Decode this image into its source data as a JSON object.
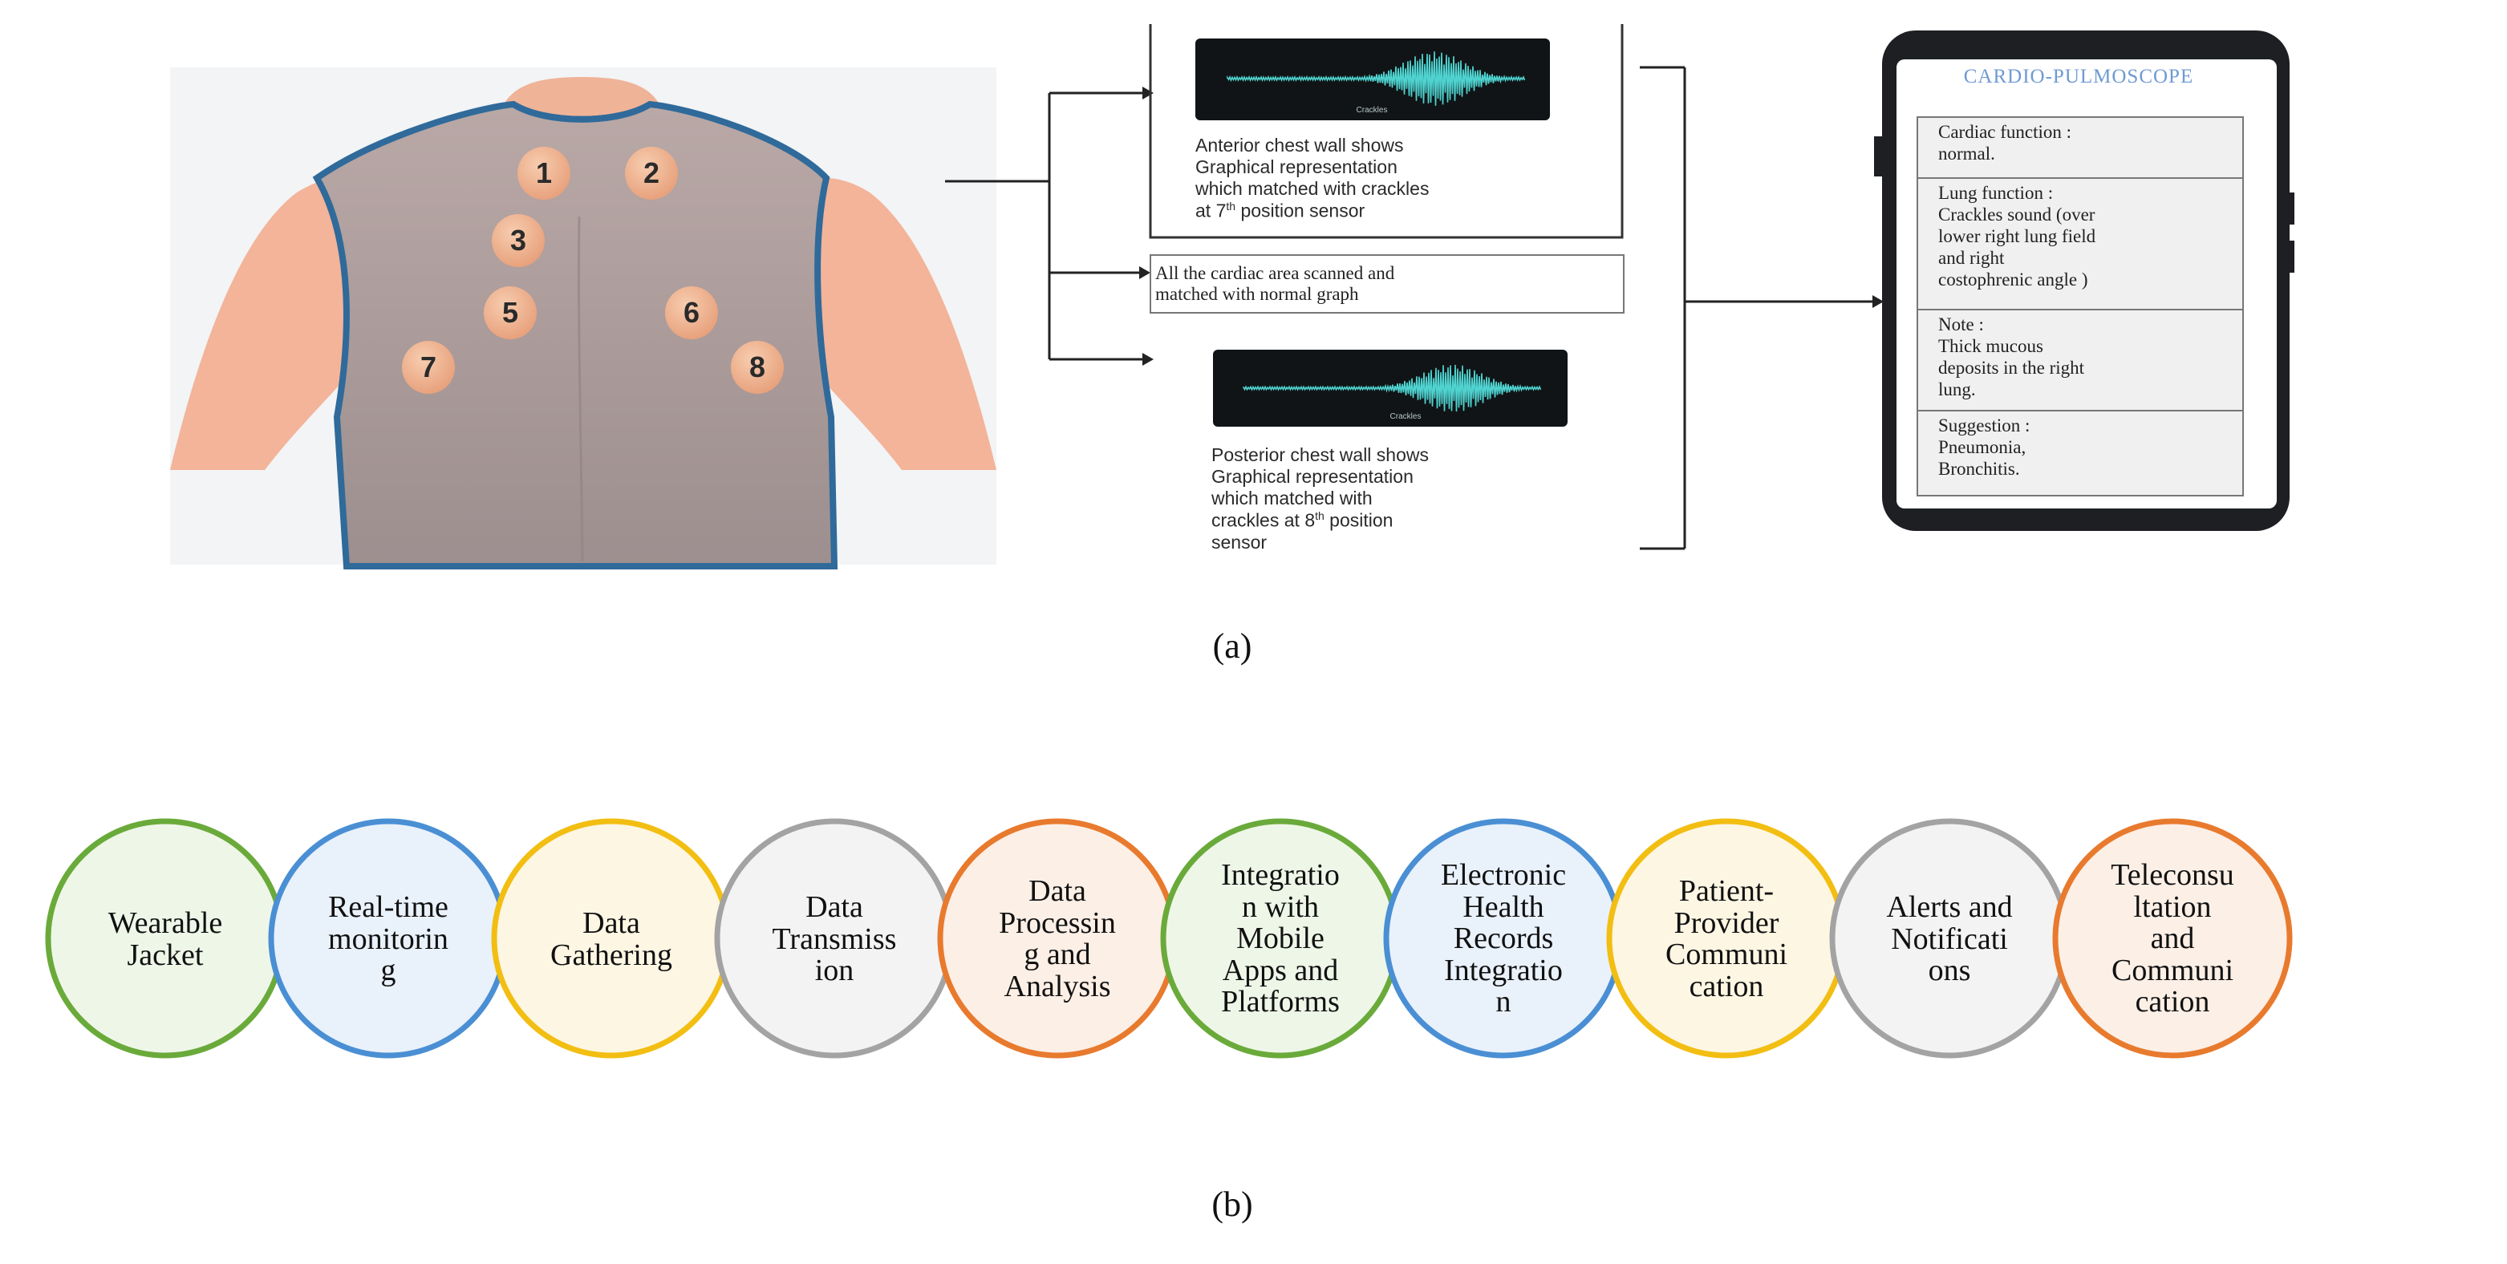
{
  "panel_a": {
    "label": "(a)",
    "sensors": [
      "1",
      "2",
      "3",
      "5",
      "6",
      "7",
      "8"
    ],
    "anterior": {
      "wave_caption": "Crackles",
      "description": "Anterior chest wall shows\nGraphical representation\nwhich matched with crackles\nat 7",
      "sup": "th",
      "suffix": " position sensor"
    },
    "cardiac_box": "All the cardiac area scanned and\nmatched with normal graph",
    "posterior": {
      "wave_caption": "Crackles",
      "description": "Posterior chest wall shows\nGraphical representation\nwhich matched with\ncrackles at 8",
      "sup": "th",
      "suffix": " position\nsensor"
    },
    "phone": {
      "title": "CARDIO-PULMOSCOPE",
      "cells": [
        "Cardiac function :\nnormal.",
        "Lung function :\nCrackles sound (over\nlower right lung field\nand right\ncostophrenic angle  )",
        "Note :\nThick mucous\ndeposits in the right\nlung.",
        "Suggestion :\nPneumonia,\nBronchitis."
      ]
    }
  },
  "panel_b": {
    "label": "(b)",
    "steps": [
      {
        "text": "Wearable\nJacket",
        "color": "#6aaa3a",
        "fill": "#eef6e8"
      },
      {
        "text": "Real-time\nmonitorin\ng",
        "color": "#4a8fd4",
        "fill": "#e9f1fb"
      },
      {
        "text": "Data\nGathering",
        "color": "#f2be12",
        "fill": "#fdf6e3"
      },
      {
        "text": "Data\nTransmiss\nion",
        "color": "#a3a3a3",
        "fill": "#f3f3f3"
      },
      {
        "text": "Data\nProcessin\ng and\nAnalysis",
        "color": "#e87a2e",
        "fill": "#fcefe6"
      },
      {
        "text": "Integratio\nn with\nMobile\nApps and\nPlatforms",
        "color": "#6aaa3a",
        "fill": "#eef6e8"
      },
      {
        "text": "Electronic\nHealth\nRecords\nIntegratio\nn",
        "color": "#4a8fd4",
        "fill": "#e9f1fb"
      },
      {
        "text": "Patient-\nProvider\nCommuni\ncation",
        "color": "#f2be12",
        "fill": "#fdf6e3"
      },
      {
        "text": "Alerts and\nNotificati\nons",
        "color": "#a3a3a3",
        "fill": "#f3f3f3"
      },
      {
        "text": "Teleconsu\nltation\nand\nCommuni\ncation",
        "color": "#e87a2e",
        "fill": "#fcefe6"
      }
    ]
  }
}
